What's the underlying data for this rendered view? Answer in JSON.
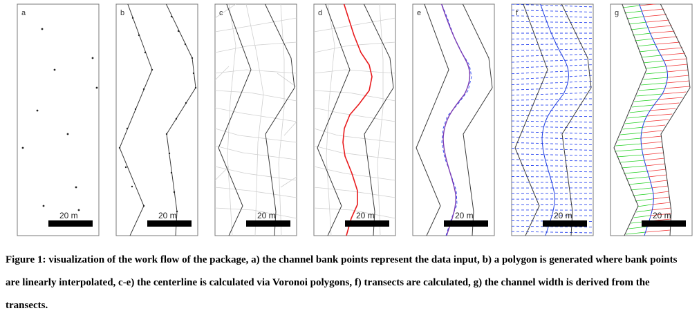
{
  "figure": {
    "panels": [
      {
        "letter": "a",
        "scale_label": "20 m"
      },
      {
        "letter": "b",
        "scale_label": "20 m"
      },
      {
        "letter": "c",
        "scale_label": "20 m"
      },
      {
        "letter": "d",
        "scale_label": "20 m"
      },
      {
        "letter": "e",
        "scale_label": "20 m"
      },
      {
        "letter": "f",
        "scale_label": "20 m"
      },
      {
        "letter": "g",
        "scale_label": "20 m"
      }
    ],
    "caption": "Figure 1: visualization of the work flow of the package, a) the channel bank points represent the data input, b) a polygon is generated where bank points are linearly interpolated, c-e) the centerline is calculated via Voronoi polygons, f) transects are calculated, g) the channel width is derived from the transects.",
    "colors": {
      "bank": "#3a3a3a",
      "voronoi": "#cfcfcf",
      "centerline": "#e8191c",
      "smoothed": "#7a3ab3",
      "transect": "#2a46f0",
      "left_width": "#1fd01f",
      "right_width": "#f03030"
    }
  }
}
